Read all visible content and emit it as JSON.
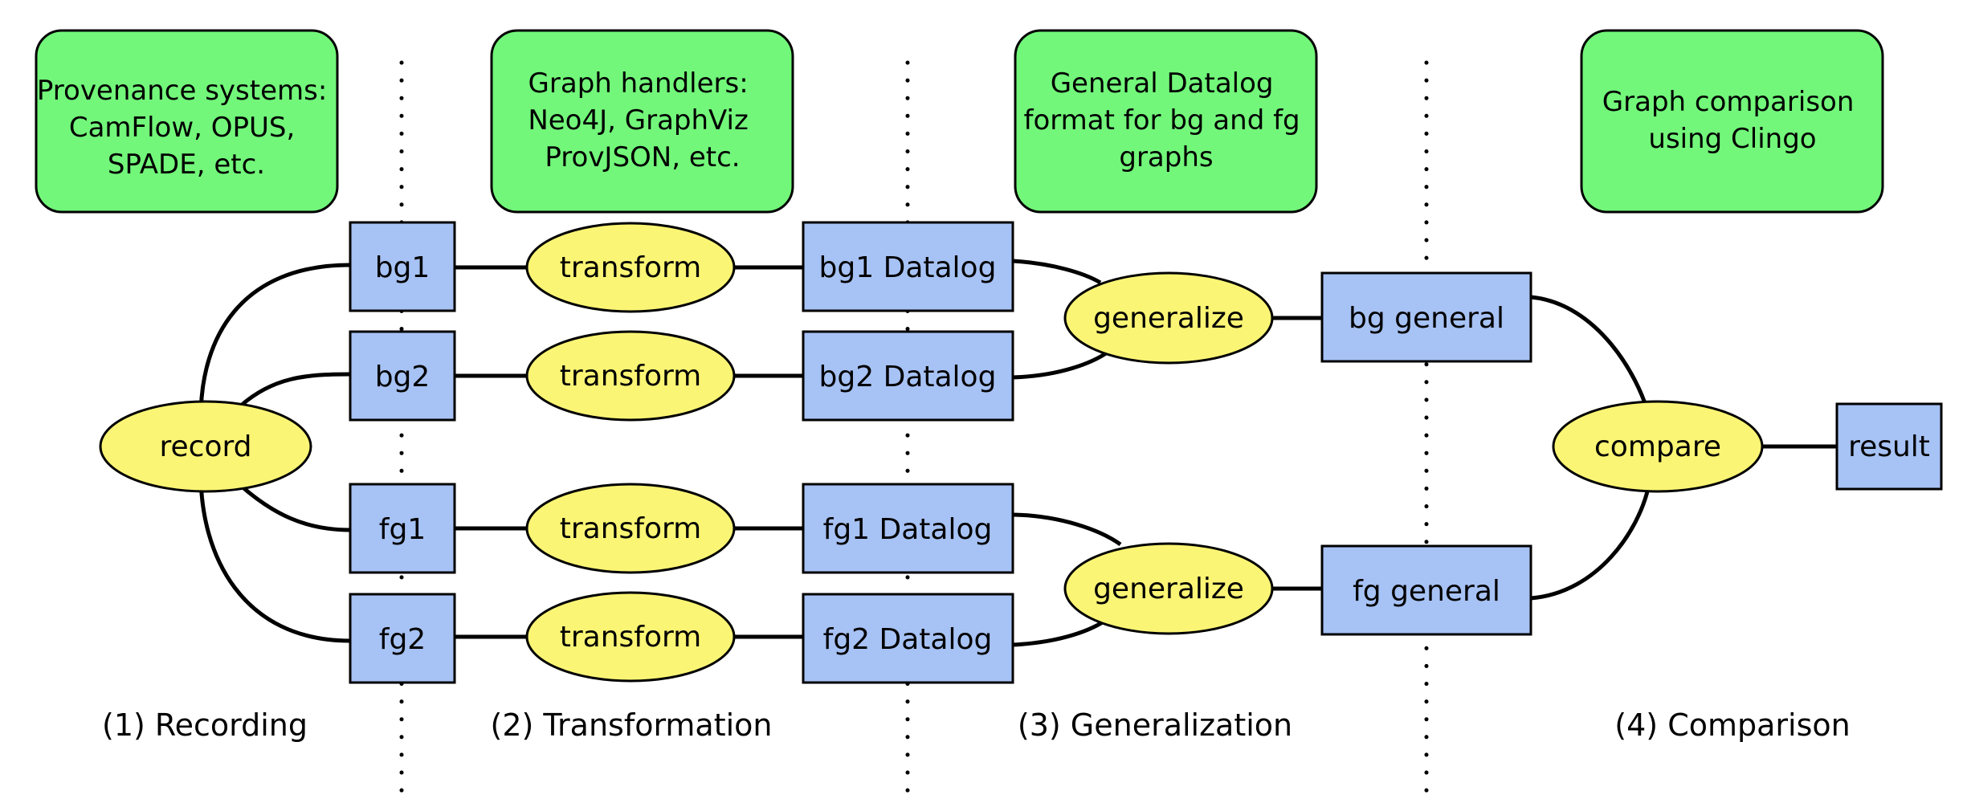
{
  "colors": {
    "info_fill": "#72f77a",
    "box_fill": "#a7c2f4",
    "ellipse_fill": "#fbf575",
    "stroke": "#000000"
  },
  "info_boxes": {
    "provenance": [
      "Provenance systems:",
      "CamFlow, OPUS,",
      "SPADE, etc."
    ],
    "graph_handlers": [
      "Graph handlers:",
      "Neo4J, GraphViz",
      "ProvJSON, etc."
    ],
    "datalog_format": [
      "General Datalog",
      "format for bg and fg",
      "graphs"
    ],
    "comparison": [
      "Graph comparison",
      "using Clingo"
    ]
  },
  "nodes": {
    "record": "record",
    "bg1": "bg1",
    "bg2": "bg2",
    "fg1": "fg1",
    "fg2": "fg2",
    "transform_bg1": "transform",
    "transform_bg2": "transform",
    "transform_fg1": "transform",
    "transform_fg2": "transform",
    "bg1_datalog": "bg1 Datalog",
    "bg2_datalog": "bg2 Datalog",
    "fg1_datalog": "fg1 Datalog",
    "fg2_datalog": "fg2 Datalog",
    "generalize_bg": "generalize",
    "generalize_fg": "generalize",
    "bg_general": "bg general",
    "fg_general": "fg general",
    "compare": "compare",
    "result": "result"
  },
  "phases": {
    "recording": "(1) Recording",
    "transformation": "(2) Transformation",
    "generalization": "(3) Generalization",
    "comparison": "(4) Comparison"
  }
}
